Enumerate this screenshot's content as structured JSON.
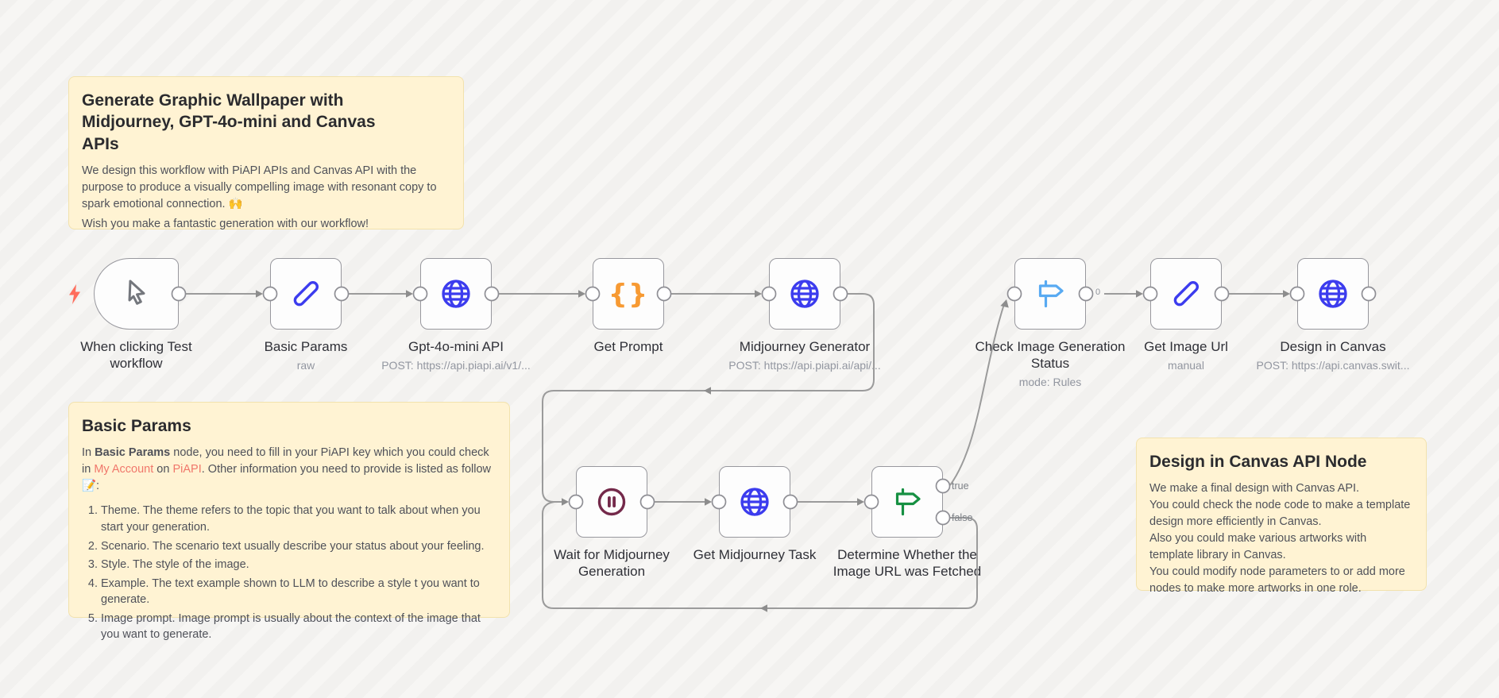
{
  "sticky_notes": {
    "intro": {
      "title": "Generate Graphic Wallpaper with Midjourney, GPT-4o-mini and Canvas APIs",
      "paragraph1": "We design this workflow with PiAPI APIs and Canvas API with the purpose to produce a visually compelling image with resonant copy to spark emotional connection. 🙌",
      "paragraph2": "Wish you make a fantastic generation with our workflow!"
    },
    "basic_params": {
      "title": "Basic Params",
      "intro_prefix": "In ",
      "intro_bold": "Basic Params",
      "intro_mid": " node, you need to fill in your PiAPI key which you could check in ",
      "link_my_account": "My Account",
      "intro_on": " on ",
      "link_piapi": "PiAPI",
      "intro_suffix": ". Other information you need to provide is listed as follow 📝:",
      "items": [
        "Theme. The theme refers to the topic that you want to talk about when you start your generation.",
        "Scenario. The scenario text usually describe your status about your feeling.",
        "Style. The style of the image.",
        "Example. The text example shown to LLM to describe a style t you want to generate.",
        "Image prompt. Image prompt is usually about the context of the image that you want to generate."
      ]
    },
    "canvas_api": {
      "title": "Design in Canvas API Node",
      "lines": [
        "We make a final design with Canvas API.",
        "You could check the node code to make a template design more efficiently in Canvas.",
        "Also you could make various artworks with template library in Canvas.",
        "You could modify node parameters to or add more nodes to make more artworks in one role."
      ]
    }
  },
  "nodes": [
    {
      "label": "When clicking Test workflow",
      "sub": ""
    },
    {
      "label": "Basic Params",
      "sub": "raw"
    },
    {
      "label": "Gpt-4o-mini API",
      "sub": "POST: https://api.piapi.ai/v1/..."
    },
    {
      "label": "Get Prompt",
      "sub": ""
    },
    {
      "label": "Midjourney Generator",
      "sub": "POST: https://api.piapi.ai/api/..."
    },
    {
      "label": "Check Image Generation Status",
      "sub": "mode: Rules"
    },
    {
      "label": "Get Image Url",
      "sub": "manual"
    },
    {
      "label": "Design in Canvas",
      "sub": "POST: https://api.canvas.swit..."
    },
    {
      "label": "Wait for Midjourney Generation",
      "sub": ""
    },
    {
      "label": "Get Midjourney Task",
      "sub": ""
    },
    {
      "label": "Determine Whether the Image URL was Fetched",
      "sub": ""
    }
  ],
  "connections": {
    "true_label": "true",
    "false_label": "false",
    "output_index_label": "0"
  },
  "colors": {
    "accent_blue": "#3c3cee",
    "accent_orange": "#f79a33",
    "accent_maroon": "#74294a",
    "accent_green": "#169042",
    "accent_lightblue": "#58aaf2",
    "trigger_bolt": "#ff6d5c",
    "sticky_bg": "#FFF3D3"
  }
}
